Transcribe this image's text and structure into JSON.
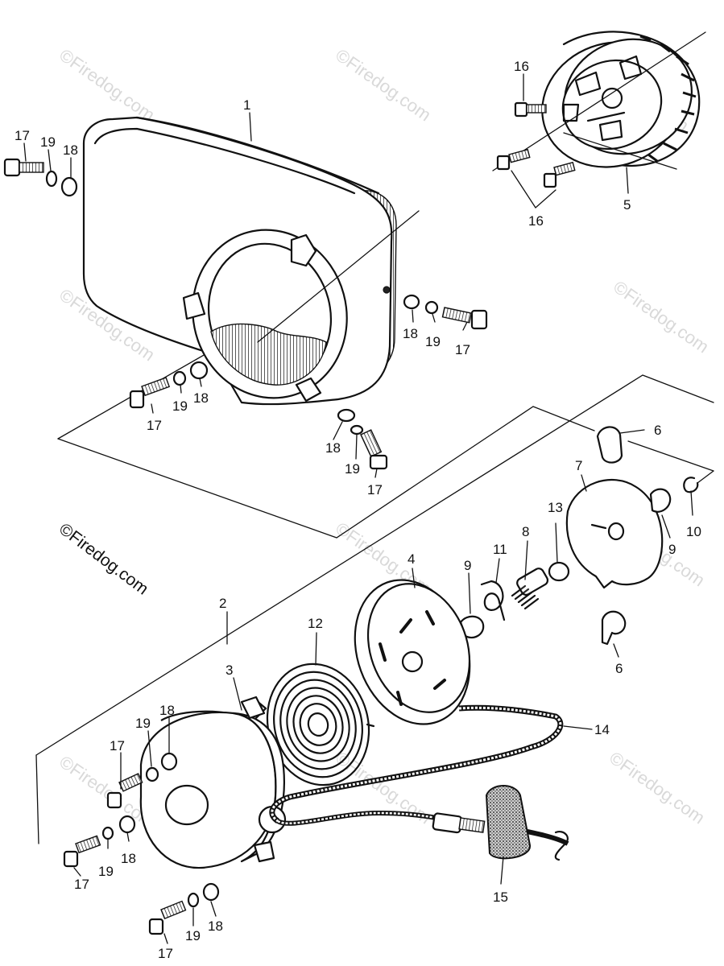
{
  "watermark": "©Firedog.com",
  "copyright_text": "©Firedog.com",
  "callouts": [
    {
      "id": "c1",
      "text": "1"
    },
    {
      "id": "c2",
      "text": "2"
    },
    {
      "id": "c3",
      "text": "3"
    },
    {
      "id": "c4",
      "text": "4"
    },
    {
      "id": "c5",
      "text": "5"
    },
    {
      "id": "c6a",
      "text": "6"
    },
    {
      "id": "c6b",
      "text": "6"
    },
    {
      "id": "c7",
      "text": "7"
    },
    {
      "id": "c8",
      "text": "8"
    },
    {
      "id": "c9a",
      "text": "9"
    },
    {
      "id": "c9b",
      "text": "9"
    },
    {
      "id": "c10",
      "text": "10"
    },
    {
      "id": "c11",
      "text": "11"
    },
    {
      "id": "c12",
      "text": "12"
    },
    {
      "id": "c13",
      "text": "13"
    },
    {
      "id": "c14",
      "text": "14"
    },
    {
      "id": "c15",
      "text": "15"
    },
    {
      "id": "c16a",
      "text": "16"
    },
    {
      "id": "c16b",
      "text": "16"
    },
    {
      "id": "c17a",
      "text": "17"
    },
    {
      "id": "c17b",
      "text": "17"
    },
    {
      "id": "c17c",
      "text": "17"
    },
    {
      "id": "c17d",
      "text": "17"
    },
    {
      "id": "c17e",
      "text": "17"
    },
    {
      "id": "c17f",
      "text": "17"
    },
    {
      "id": "c17g",
      "text": "17"
    },
    {
      "id": "c18a",
      "text": "18"
    },
    {
      "id": "c18b",
      "text": "18"
    },
    {
      "id": "c18c",
      "text": "18"
    },
    {
      "id": "c18d",
      "text": "18"
    },
    {
      "id": "c18e",
      "text": "18"
    },
    {
      "id": "c18f",
      "text": "18"
    },
    {
      "id": "c18g",
      "text": "18"
    },
    {
      "id": "c19a",
      "text": "19"
    },
    {
      "id": "c19b",
      "text": "19"
    },
    {
      "id": "c19c",
      "text": "19"
    },
    {
      "id": "c19d",
      "text": "19"
    },
    {
      "id": "c19e",
      "text": "19"
    },
    {
      "id": "c19f",
      "text": "19"
    },
    {
      "id": "c19g",
      "text": "19"
    }
  ]
}
